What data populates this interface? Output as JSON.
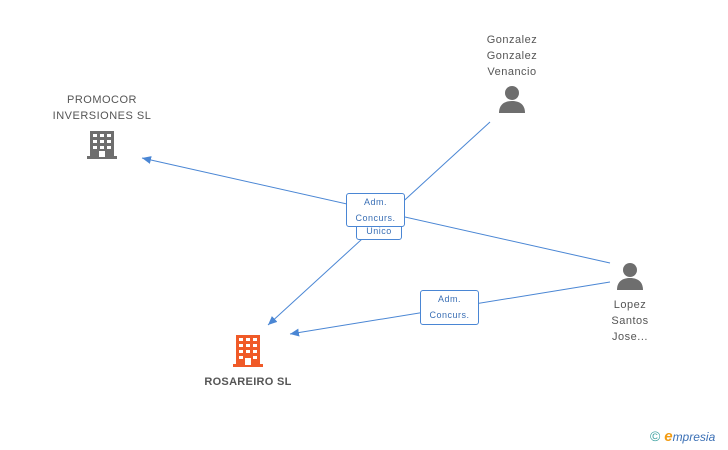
{
  "nodes": {
    "promocor": {
      "label": "PROMOCOR\nINVERSIONES SL",
      "type": "company",
      "color": "#6e6e6e"
    },
    "rosareiro": {
      "label": "ROSAREIRO SL",
      "type": "company",
      "color": "#f05a28"
    },
    "gonzalez": {
      "label": "Gonzalez\nGonzalez\nVenancio",
      "type": "person",
      "color": "#6e6e6e"
    },
    "lopez": {
      "label": "Lopez\nSantos\nJose...",
      "type": "person",
      "color": "#6e6e6e"
    }
  },
  "edge_labels": {
    "adm_concurs_top": "Adm.\nConcurs.",
    "unico": "Unico",
    "adm_concurs_bottom": "Adm.\nConcurs."
  },
  "brand": {
    "copyright": "©",
    "e": "e",
    "rest": "mpresia"
  },
  "colors": {
    "edge": "#4a86d4",
    "icon_gray": "#6e6e6e",
    "icon_orange": "#f05a28"
  }
}
